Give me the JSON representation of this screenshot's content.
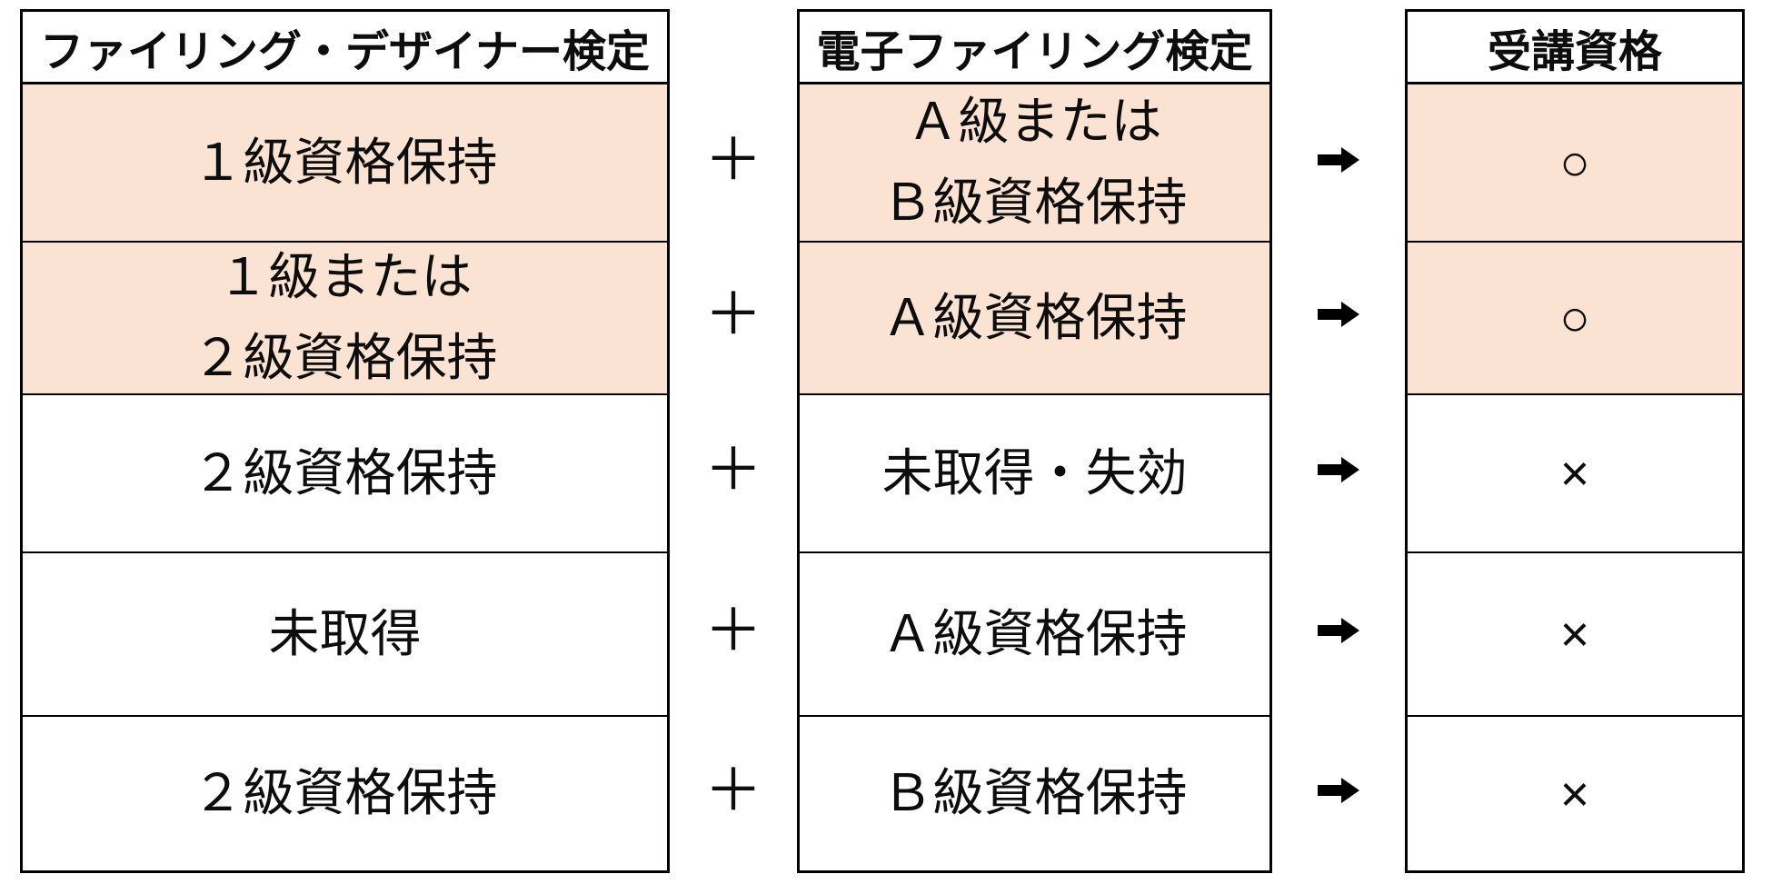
{
  "colors": {
    "highlight": "#fbe3d3",
    "border": "#000000",
    "text": "#0d0d0d",
    "background": "#ffffff"
  },
  "tables": {
    "filing": {
      "header": "ファイリング・デザイナー検定"
    },
    "electronic": {
      "header": "電子ファイリング検定"
    },
    "eligibility": {
      "header": "受講資格"
    }
  },
  "operators": {
    "plus": "＋",
    "arrow": "right-arrow"
  },
  "rows": [
    {
      "filing": [
        "１級資格保持"
      ],
      "electronic": [
        "Ａ級または",
        "Ｂ級資格保持"
      ],
      "eligibility": "○",
      "highlighted": true
    },
    {
      "filing": [
        "１級または",
        "２級資格保持"
      ],
      "electronic": [
        "Ａ級資格保持"
      ],
      "eligibility": "○",
      "highlighted": true
    },
    {
      "filing": [
        "２級資格保持"
      ],
      "electronic": [
        "未取得・失効"
      ],
      "eligibility": "×",
      "highlighted": false
    },
    {
      "filing": [
        "未取得"
      ],
      "electronic": [
        "Ａ級資格保持"
      ],
      "eligibility": "×",
      "highlighted": false
    },
    {
      "filing": [
        "２級資格保持"
      ],
      "electronic": [
        "Ｂ級資格保持"
      ],
      "eligibility": "×",
      "highlighted": false
    }
  ]
}
